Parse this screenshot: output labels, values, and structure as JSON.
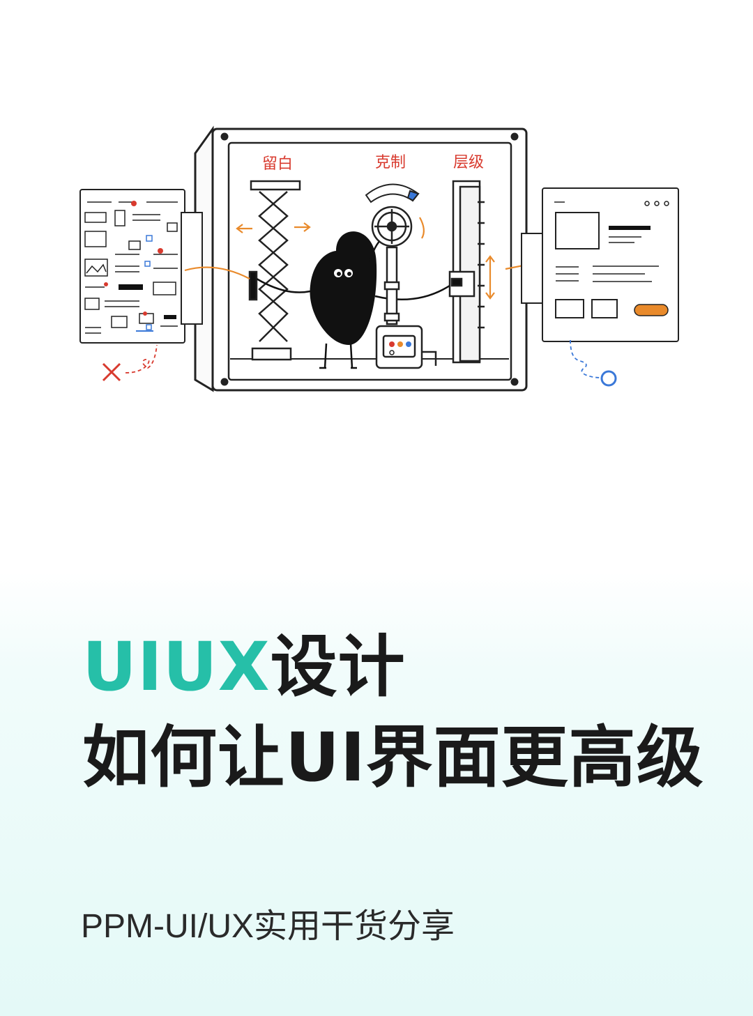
{
  "illustration": {
    "label_whitespace": "留白",
    "label_restraint": "克制",
    "label_hierarchy": "层级"
  },
  "title": {
    "accent": "UIUX",
    "line1_rest": "设计",
    "line2": "如何让UI界面更高级"
  },
  "subtitle": "PPM-UI/UX实用干货分享",
  "colors": {
    "accent": "#26bfa8",
    "arrow_orange": "#e98a2b",
    "label_red": "#d83a2e",
    "dial_blue": "#3a78d8"
  }
}
